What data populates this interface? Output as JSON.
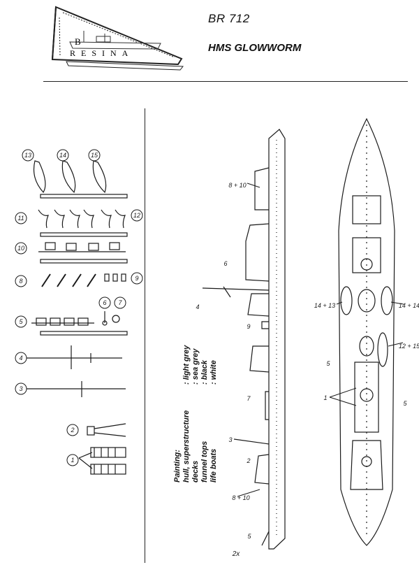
{
  "logo": {
    "brand": "RESINA",
    "letter": "B"
  },
  "header": {
    "code": "BR  712",
    "ship_name": "HMS GLOWWORM"
  },
  "painting": {
    "title": "Painting:",
    "rows": [
      {
        "part": "hull, superstructure",
        "color": ": light grey"
      },
      {
        "part": "decks",
        "color": ": sea grey"
      },
      {
        "part": "funnel tops",
        "color": ": black"
      },
      {
        "part": "life boats",
        "color": ": white"
      }
    ]
  },
  "parts_left": [
    "13",
    "14",
    "15",
    "11",
    "12",
    "10",
    "8",
    "9",
    "5",
    "6",
    "7",
    "4",
    "3",
    "2",
    "1"
  ],
  "callouts": {
    "side": [
      "8 + 10",
      "6",
      "4",
      "9",
      "7",
      "3",
      "2",
      "8 + 10",
      "5"
    ],
    "top": [
      "14 + 13",
      "14 + 14",
      "12 + 15",
      "5",
      "1",
      "5"
    ],
    "quantity": "2x"
  },
  "colors": {
    "ink": "#1a1a1a",
    "paper": "#ffffff"
  }
}
